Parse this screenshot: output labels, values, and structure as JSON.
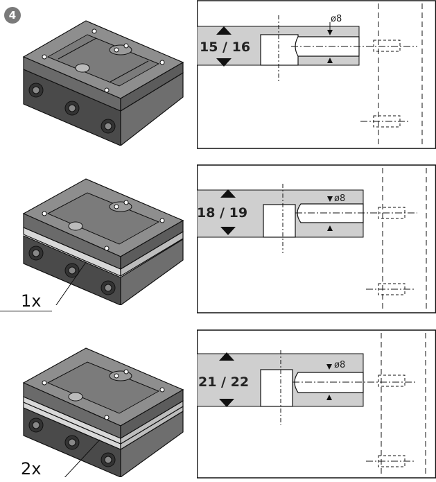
{
  "step_number": "4",
  "rows": [
    {
      "dimension": "15 / 16",
      "diameter": "ø8",
      "spacer_qty": ""
    },
    {
      "dimension": "18 / 19",
      "diameter": "ø8",
      "spacer_qty": "1x"
    },
    {
      "dimension": "21 / 22",
      "diameter": "ø8",
      "spacer_qty": "2x"
    }
  ],
  "colors": {
    "body_light": "#8c8c8c",
    "body_dark": "#4d4d4d",
    "slab_gray": "#cfcfcf",
    "outline": "#111111"
  }
}
